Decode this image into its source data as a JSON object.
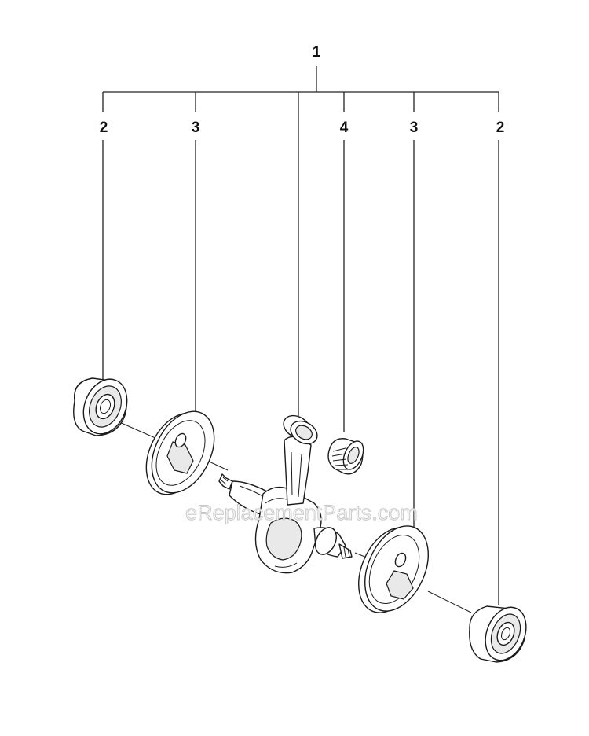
{
  "callouts": {
    "assembly": "1",
    "bearing_left": "2",
    "seal_left": "3",
    "needle_bearing": "4",
    "seal_right": "3",
    "bearing_right": "2"
  },
  "watermark": "eReplacementParts.com"
}
